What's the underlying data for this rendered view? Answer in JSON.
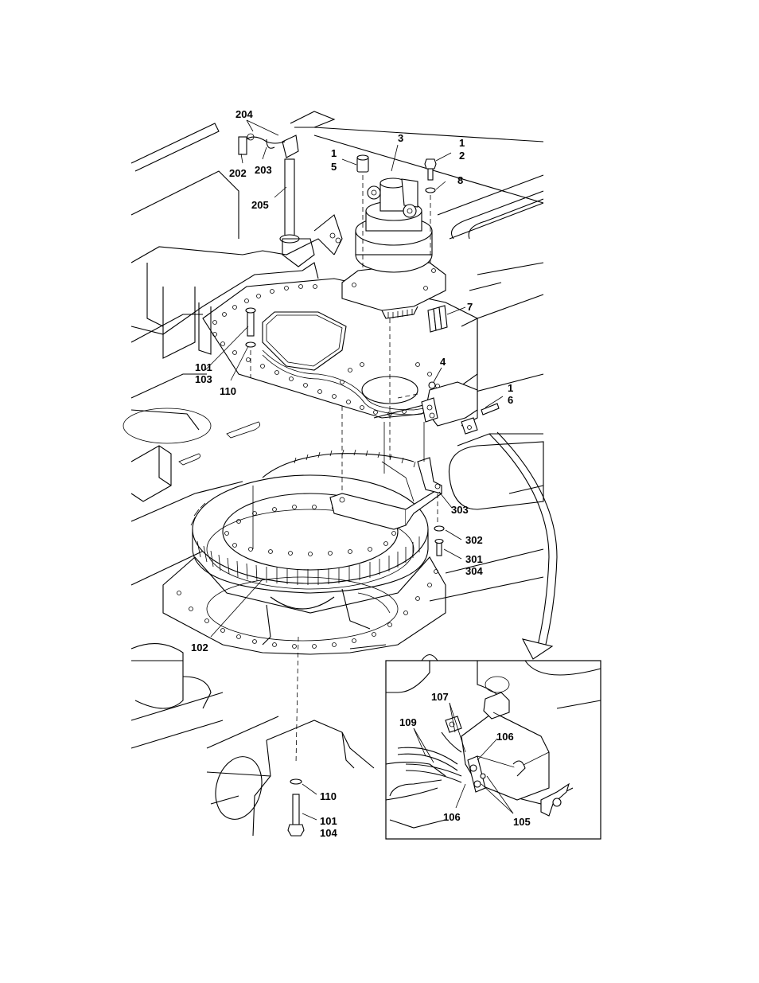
{
  "callouts": {
    "c204": "204",
    "c202": "202",
    "c203": "203",
    "c205": "205",
    "c1a": "1",
    "c5": "5",
    "c3": "3",
    "c1b": "1",
    "c2": "2",
    "c8": "8",
    "c7": "7",
    "c101a": "101",
    "c103": "103",
    "c110a": "110",
    "c4": "4",
    "c1c": "1",
    "c6": "6",
    "c303": "303",
    "c302": "302",
    "c301": "301",
    "c304": "304",
    "c102": "102",
    "c110b": "110",
    "c101b": "101",
    "c104": "104"
  },
  "detail": {
    "c107": "107",
    "c109": "109",
    "c106a": "106",
    "c106b": "106",
    "c105": "105"
  }
}
